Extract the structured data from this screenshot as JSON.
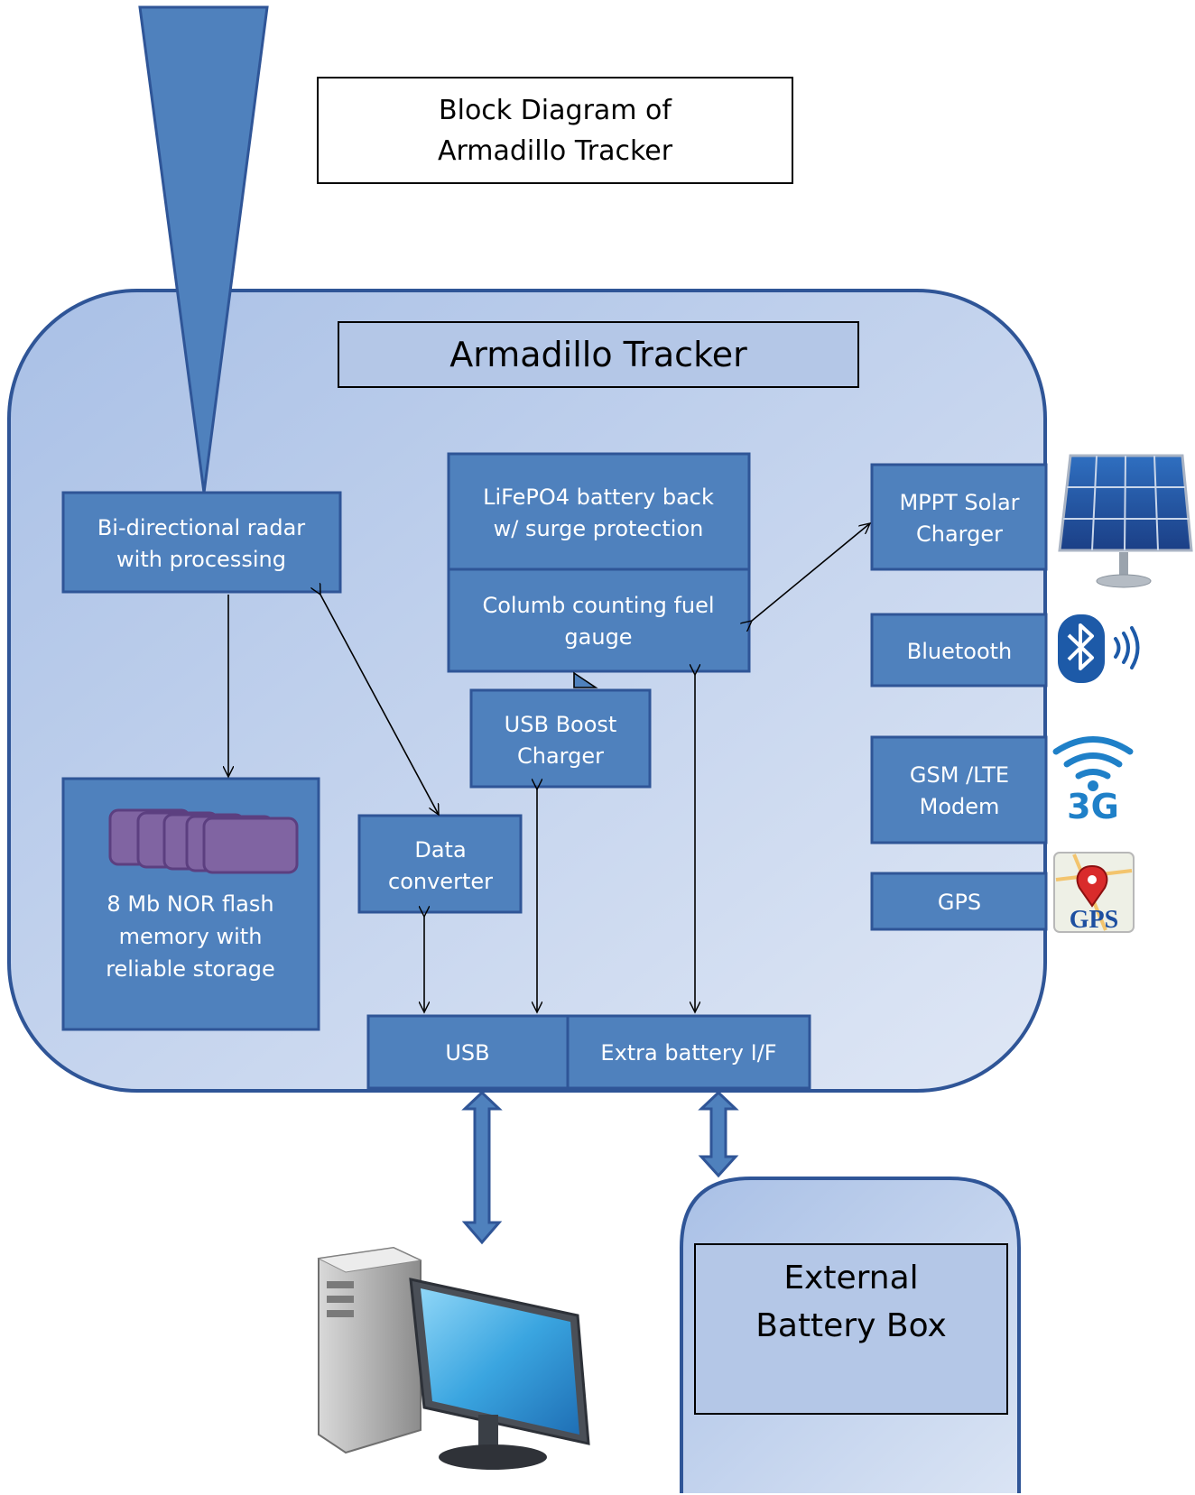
{
  "title": {
    "line1": "Block Diagram of",
    "line2": "Armadillo Tracker"
  },
  "tracker_label": "Armadillo Tracker",
  "blocks": {
    "radar": {
      "line1": "Bi-directional radar",
      "line2": "with processing"
    },
    "battery": {
      "line1": "LiFePO4 battery back",
      "line2": "w/ surge protection"
    },
    "fuel_gauge": {
      "line1": "Columb counting fuel",
      "line2": "gauge"
    },
    "usb_boost": {
      "line1": "USB Boost",
      "line2": "Charger"
    },
    "data_converter": {
      "line1": "Data",
      "line2": "converter"
    },
    "flash": {
      "line1": "8 Mb NOR flash",
      "line2": "memory with",
      "line3": "reliable storage"
    },
    "mppt": {
      "line1": "MPPT Solar",
      "line2": "Charger"
    },
    "bluetooth": "Bluetooth",
    "gsm": {
      "line1": "GSM /LTE",
      "line2": "Modem"
    },
    "gps": "GPS",
    "usb": "USB",
    "extra_battery": "Extra battery I/F"
  },
  "external_battery": {
    "line1": "External",
    "line2": "Battery Box"
  },
  "icons": {
    "cellular_text": "3G",
    "gps_text": "GPS"
  },
  "colors": {
    "block_fill": "#4f81bd",
    "block_border": "#2f5597",
    "container_fill": "#b4c7e7",
    "arrow_fill": "#4f81bd"
  }
}
